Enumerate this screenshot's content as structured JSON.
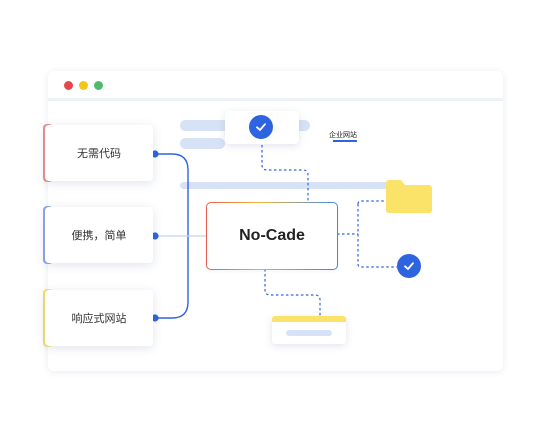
{
  "window": {
    "controls": [
      "close",
      "minimize",
      "maximize"
    ]
  },
  "features": [
    {
      "label": "无需代码",
      "accent": "#ee8d8d"
    },
    {
      "label": "便携，简单",
      "accent": "#8fa6e9"
    },
    {
      "label": "响应式网站",
      "accent": "#f6df6e"
    }
  ],
  "center": {
    "label": "No-Cade"
  },
  "website_tab": {
    "label": "企业网站"
  },
  "icons": {
    "top_check": "check-circle-icon",
    "right_check": "check-circle-icon",
    "folder": "folder-icon"
  },
  "colors": {
    "accent_blue": "#2f64e0",
    "placeholder_bar": "#d7e2f6",
    "folder_yellow": "#fbe36a"
  }
}
